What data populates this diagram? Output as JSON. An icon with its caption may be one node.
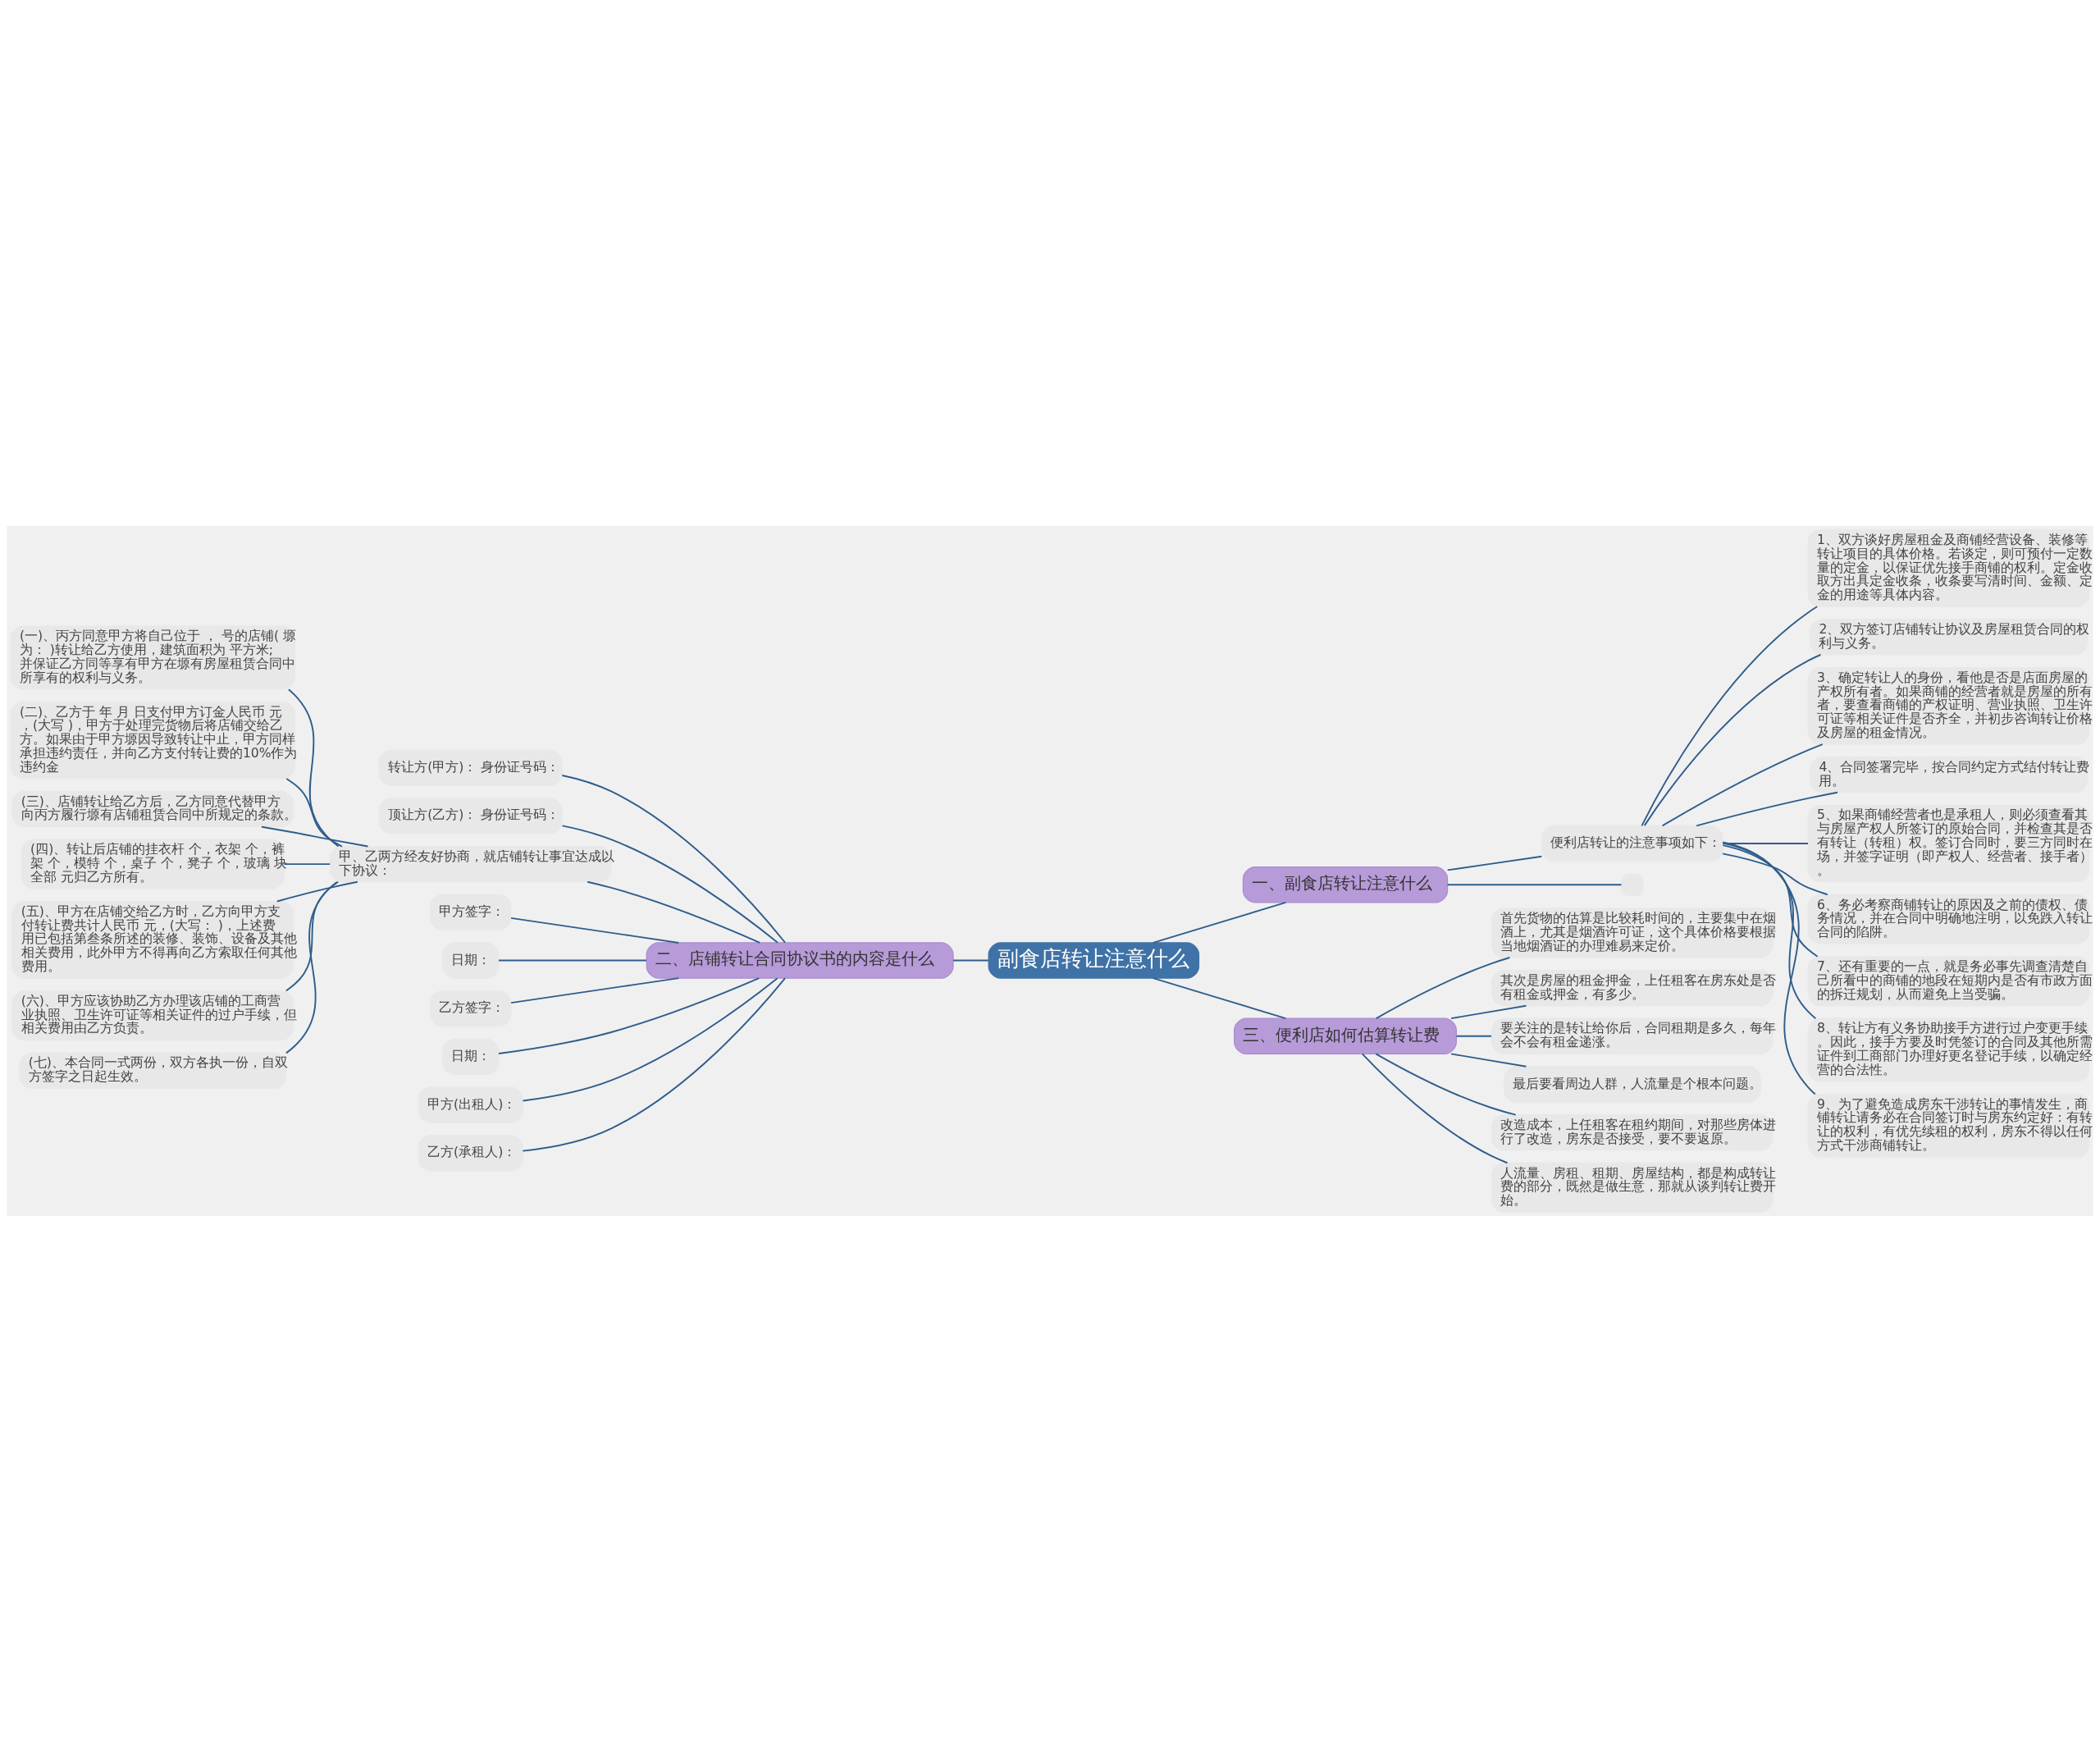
{
  "diagram": {
    "nodes": [
      {
        "text": [
          "副食店转让注意什么"
        ]
      },
      {
        "text": [
          "二、店铺转让合同协议书的内容是什么"
        ]
      },
      {
        "text": [
          "转让方(甲方)： 身份证号码："
        ]
      },
      {
        "text": [
          "顶让方(乙方)： 身份证号码："
        ]
      },
      {
        "text": [
          "甲、乙两方经友好协商，就店铺转让事宜达成以下协议："
        ]
      },
      {
        "text": [
          "(一)、丙方同意甲方将自己位于 ， 号的店铺( 塬为： )转让给乙方使用，建筑面积为 平方米;并保证乙方同等享有甲方在塬有房屋租赁合同中所享有的权利与义务。"
        ]
      },
      {
        "text": [
          "(二)、乙方于 年 月 日支付甲方订金人民币 元，(大写 )，甲方于处理完货物后将店铺交给乙方。如果由于甲方塬因导致转让中止，甲方同样承担违约责任，并向乙方支付转让费的10%作为违约金"
        ]
      },
      {
        "text": [
          "(三)、店铺转让给乙方后，乙方同意代替甲方向丙方履行塬有店铺租赁合同中所规定的条款。"
        ]
      },
      {
        "text": [
          "(四)、转让后店铺的挂衣杆 个，衣架 个，裤架 个，模特 个，桌子 个，凳子 个，玻璃 块全部 元归乙方所有。"
        ]
      },
      {
        "text": [
          "(五)、甲方在店铺交给乙方时，乙方向甲方支付转让费共计人民币 元，(大写： )，上述费用已包括第叁条所述的装修、装饰、设备及其他相关费用，此外甲方不得再向乙方索取任何其他费用。"
        ]
      },
      {
        "text": [
          "(六)、甲方应该协助乙方办理该店铺的工商营业执照、卫生许可证等相关证件的过户手续，但相关费用由乙方负责。"
        ]
      },
      {
        "text": [
          "(七)、本合同一式两份，双方各执一份，自双方签字之日起生效。"
        ]
      },
      {
        "text": [
          "甲方签字："
        ]
      },
      {
        "text": [
          "日期："
        ]
      },
      {
        "text": [
          "乙方签字："
        ]
      },
      {
        "text": [
          "日期："
        ]
      },
      {
        "text": [
          "甲方(出租人)："
        ]
      },
      {
        "text": [
          "乙方(承租人)："
        ]
      },
      {
        "text": [
          "一、副食店转让注意什么"
        ]
      },
      {
        "text": [
          "便利店转让的注意事项如下："
        ]
      },
      {
        "text": [
          "1、双方谈好房屋租金及商铺经营设备、装修等转让项目的具体价格。若谈定，则可预付一定数量的定金，以保证优先接手商铺的权利。定金收取方出具定金收条，收条要写清时间、金额、定金的用途等具体内容。"
        ]
      },
      {
        "text": [
          "2、双方签订店铺转让协议及房屋租赁合同的权利与义务。"
        ]
      },
      {
        "text": [
          "3、确定转让人的身份，看他是否是店面房屋的产权所有者。如果商铺的经营者就是房屋的所有者，要查看商铺的产权证明、营业执照、卫生许可证等相关证件是否齐全，并初步咨询转让价格及房屋的租金情况。"
        ]
      },
      {
        "text": [
          "4、合同签署完毕，按合同约定方式结付转让费用。"
        ]
      },
      {
        "text": [
          "5、如果商铺经营者也是承租人，则必须查看其与房屋产权人所签订的原始合同，并检查其是否有转让（转租）权。签订合同时，要三方同时在场，并签字证明（即产权人、经营者、接手者）。"
        ]
      },
      {
        "text": [
          "6、务必考察商铺转让的原因及之前的债权、债务情况，并在合同中明确地注明，以免跌入转让合同的陷阱。"
        ]
      },
      {
        "text": [
          "7、还有重要的一点，就是务必事先调查清楚自己所看中的商铺的地段在短期内是否有市政方面的拆迁规划，从而避免上当受骗。"
        ]
      },
      {
        "text": [
          "8、转让方有义务协助接手方进行过户变更手续。因此，接手方要及时凭签订的合同及其他所需证件到工商部门办理好更名登记手续，以确定经营的合法性。"
        ]
      },
      {
        "text": [
          "9、为了避免造成房东干涉转让的事情发生，商铺转让请务必在合同签订时与房东约定好：有转让的权利，有优先续租的权利，房东不得以任何方式干涉商铺转让。"
        ]
      },
      {
        "text": [],
        "shape": "box"
      },
      {
        "text": [
          "三、便利店如何估算转让费"
        ]
      },
      {
        "text": [
          "首先货物的估算是比较耗时间的，主要集中在烟酒上，尤其是烟酒许可证，这个具体价格要根据当地烟酒证的办理难易来定价。"
        ]
      },
      {
        "text": [
          "其次是房屋的租金押金，上任租客在房东处是否有租金或押金，有多少。"
        ]
      },
      {
        "text": [
          "要关注的是转让给你后，合同租期是多久，每年会不会有租金递涨。"
        ]
      },
      {
        "text": [
          "最后要看周边人群，人流量是个根本问题。"
        ]
      },
      {
        "text": [
          "改造成本，上任租客在租约期间，对那些房体进行了改造，房东是否接受，要不要返原。"
        ]
      },
      {
        "text": [
          "人流量、房租、租期、房屋结构，都是构成转让费的部分，既然是做生意，那就从谈判转让费开始。"
        ]
      }
    ],
    "edges": [
      {
        "from": 0,
        "to": 1,
        "arrow": "none"
      },
      {
        "from": 1,
        "to": 2,
        "arrow": "none"
      },
      {
        "from": 1,
        "to": 3,
        "arrow": "none"
      },
      {
        "from": 1,
        "to": 4,
        "arrow": "none"
      },
      {
        "from": 4,
        "to": 5,
        "arrow": "none"
      },
      {
        "from": 4,
        "to": 6,
        "arrow": "none"
      },
      {
        "from": 4,
        "to": 7,
        "arrow": "none"
      },
      {
        "from": 4,
        "to": 8,
        "arrow": "none"
      },
      {
        "from": 4,
        "to": 9,
        "arrow": "none"
      },
      {
        "from": 4,
        "to": 10,
        "arrow": "none"
      },
      {
        "from": 4,
        "to": 11,
        "arrow": "none"
      },
      {
        "from": 1,
        "to": 12,
        "arrow": "none"
      },
      {
        "from": 1,
        "to": 13,
        "arrow": "none"
      },
      {
        "from": 1,
        "to": 14,
        "arrow": "none"
      },
      {
        "from": 1,
        "to": 15,
        "arrow": "none"
      },
      {
        "from": 1,
        "to": 16,
        "arrow": "none"
      },
      {
        "from": 1,
        "to": 17,
        "arrow": "none"
      },
      {
        "from": 0,
        "to": 18,
        "arrow": "none"
      },
      {
        "from": 18,
        "to": 19,
        "arrow": "none"
      },
      {
        "from": 19,
        "to": 20,
        "arrow": "none"
      },
      {
        "from": 19,
        "to": 21,
        "arrow": "none"
      },
      {
        "from": 19,
        "to": 22,
        "arrow": "none"
      },
      {
        "from": 19,
        "to": 23,
        "arrow": "none"
      },
      {
        "from": 19,
        "to": 24,
        "arrow": "none"
      },
      {
        "from": 19,
        "to": 25,
        "arrow": "none"
      },
      {
        "from": 19,
        "to": 26,
        "arrow": "none"
      },
      {
        "from": 19,
        "to": 27,
        "arrow": "none"
      },
      {
        "from": 19,
        "to": 28,
        "arrow": "none"
      },
      {
        "from": 18,
        "to": 29,
        "arrow": "none"
      },
      {
        "from": 0,
        "to": 30,
        "arrow": "none"
      },
      {
        "from": 30,
        "to": 31,
        "arrow": "none"
      },
      {
        "from": 30,
        "to": 32,
        "arrow": "none"
      },
      {
        "from": 30,
        "to": 33,
        "arrow": "none"
      },
      {
        "from": 30,
        "to": 34,
        "arrow": "none"
      },
      {
        "from": 30,
        "to": 35,
        "arrow": "none"
      },
      {
        "from": 30,
        "to": 36,
        "arrow": "none"
      }
    ]
  }
}
